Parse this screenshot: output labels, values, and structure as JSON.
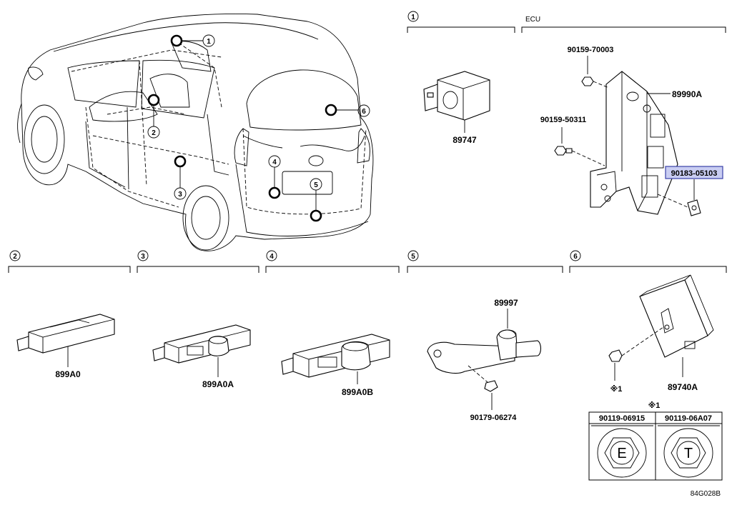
{
  "sections": {
    "s1": {
      "label": "1"
    },
    "ecu": {
      "label": "ECU"
    },
    "s2": {
      "label": "2"
    },
    "s3": {
      "label": "3"
    },
    "s4": {
      "label": "4"
    },
    "s5": {
      "label": "5"
    },
    "s6": {
      "label": "6"
    }
  },
  "car_callouts": [
    "1",
    "2",
    "3",
    "4",
    "5",
    "6"
  ],
  "parts": {
    "p89747": "89747",
    "p90159_70003": "90159-70003",
    "p89990A": "89990A",
    "p90159_50311": "90159-50311",
    "p90183_05103": "90183-05103",
    "p899A0": "899A0",
    "p899A0A": "899A0A",
    "p899A0B": "899A0B",
    "p89997": "89997",
    "p90179_06274": "90179-06274",
    "p89740A": "89740A"
  },
  "note_mark": "※1",
  "note_table": {
    "header": "※1",
    "columns": [
      {
        "part": "90119-06915",
        "symbol": "E"
      },
      {
        "part": "90119-06A07",
        "symbol": "T"
      }
    ]
  },
  "diagram_code": "84G028B",
  "colors": {
    "highlight_fill": "#c9cdf2",
    "highlight_border": "#3a3fa8"
  }
}
